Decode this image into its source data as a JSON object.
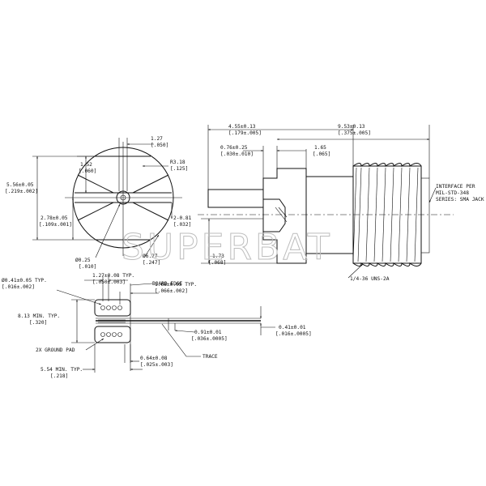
{
  "front_view": {
    "dim_width": "1.27",
    "dim_width_in": "[.050]",
    "dim_top": "1.52",
    "dim_top_in": "[.060]",
    "dim_height": "5.56±0.05",
    "dim_height_in": "[.219±.002]",
    "dim_half": "2.78±0.05",
    "dim_half_in": "[.109±.001]",
    "dim_radius": "R3.18",
    "dim_radius_in": "[.125]",
    "dim_offset": "2-0.81",
    "dim_offset_in": "[.032]",
    "dim_pin_dia": "Ø0.25",
    "dim_pin_dia_in": "[.010]",
    "dim_body_dia": "Ø6.27",
    "dim_body_dia_in": "[.247]"
  },
  "side_view": {
    "dim_front_len": "4.55±0.13",
    "dim_front_len_in": "[.179±.005]",
    "dim_total_len": "9.53±0.13",
    "dim_total_len_in": "[.375±.005]",
    "dim_pin_len": "0.76±0.25",
    "dim_pin_len_in": "[.030±.010]",
    "dim_flange": "1.65",
    "dim_flange_in": "[.065]",
    "dim_height": "1.73",
    "dim_height_in": "[.068]",
    "interface_line1": "INTERFACE PER",
    "interface_line2": "MIL-STD-348",
    "interface_line3": "SERIES: SMA JACK",
    "thread_label": "1/4-36 UNS-2A"
  },
  "pcb_view": {
    "dim_hole": "Ø0.41±0.05 TYP.",
    "dim_hole_in": "[.016±.002]",
    "dim_pitch": "1.27±0.08 TYP.",
    "dim_pitch_in": "[.050±.003]",
    "board_edge": "BOARD EDGE",
    "dim_edge": "1.68±0.05 TYP.",
    "dim_edge_in": "[.066±.002]",
    "dim_pad_h": "8.13 MIN. TYP.",
    "dim_pad_h_in": "[.320]",
    "ground_pad": "2X GROUND PAD",
    "dim_trace_w": "0.91±0.01",
    "dim_trace_w_in": "[.036±.0005]",
    "dim_trace_gap": "0.41±0.01",
    "dim_trace_gap_in": "[.016±.0005]",
    "dim_center": "0.64±0.08",
    "dim_center_in": "[.025±.003]",
    "trace": "TRACE",
    "dim_pad_w": "5.54 MIN. TYP.",
    "dim_pad_w_in": "[.218]"
  },
  "watermark": "SUPERBAT"
}
